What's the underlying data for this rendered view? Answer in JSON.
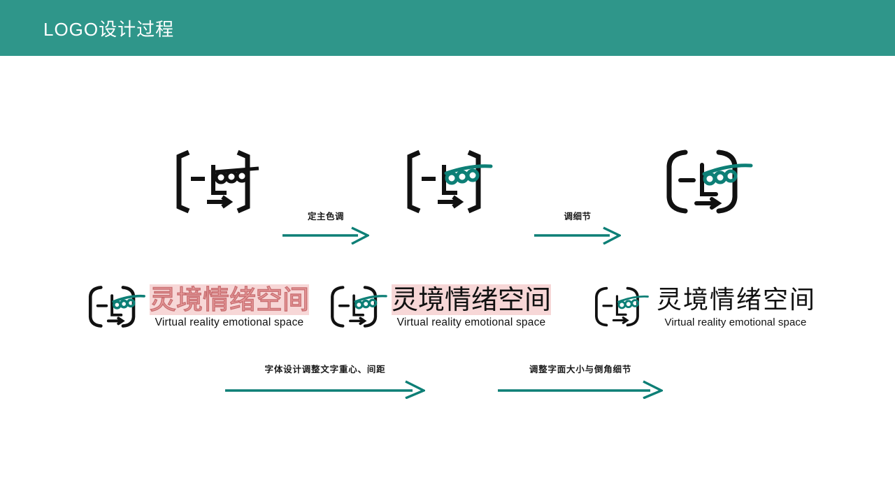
{
  "header": {
    "title": "LOGO设计过程"
  },
  "colors": {
    "header_bg": "#2f968a",
    "accent_teal": "#0d7f76",
    "mark_black": "#111111",
    "highlight_pink": "#f7d7d7",
    "pink_outline": "#c96f72",
    "page_bg": "#ffffff"
  },
  "brand": {
    "cn_name": "灵境情绪空间",
    "cn_chars": [
      "灵",
      "境",
      "情",
      "绪",
      "空",
      "间"
    ],
    "en_name": "Virtual reality emotional space"
  },
  "mark": {
    "icon_name": "bracket-face-logo-mark",
    "description_parts": [
      "left-bracket",
      "dash",
      "letter-l",
      "three-beads",
      "small-arrow",
      "right-bracket"
    ]
  },
  "row_top": {
    "stages": [
      {
        "id": "stage-1",
        "variant": "mono",
        "caption": ""
      },
      {
        "id": "stage-2",
        "variant": "teal-accent",
        "caption": ""
      },
      {
        "id": "stage-3",
        "variant": "teal-accent-rounded",
        "caption": ""
      }
    ],
    "arrows": [
      {
        "id": "arrow-1",
        "label": "定主色调"
      },
      {
        "id": "arrow-2",
        "label": "调细节"
      }
    ]
  },
  "row_bottom": {
    "lockups": [
      {
        "id": "lockup-1",
        "variant": "pink-outline-on-band"
      },
      {
        "id": "lockup-2",
        "variant": "black-on-band"
      },
      {
        "id": "lockup-3",
        "variant": "black-plain"
      }
    ],
    "arrows": [
      {
        "id": "arrow-3",
        "label": "字体设计调整文字重心、间距"
      },
      {
        "id": "arrow-4",
        "label": "调整字面大小与倒角细节"
      }
    ]
  }
}
